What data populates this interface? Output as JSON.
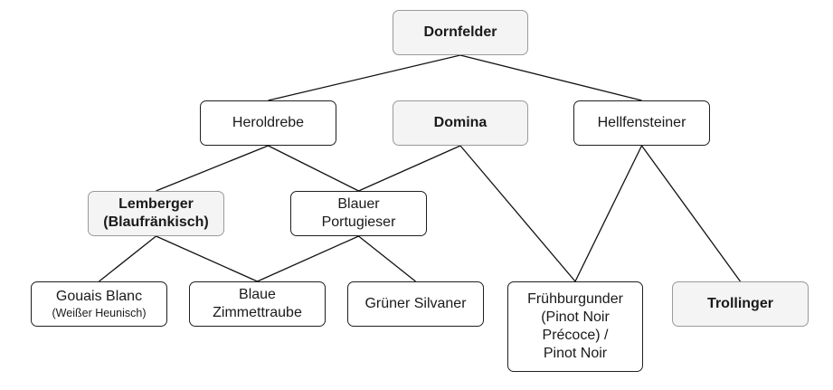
{
  "nodes": {
    "dornfelder": {
      "lines": [
        "Dornfelder"
      ]
    },
    "heroldrebe": {
      "lines": [
        "Heroldrebe"
      ]
    },
    "domina": {
      "lines": [
        "Domina"
      ]
    },
    "hellfensteiner": {
      "lines": [
        "Hellfensteiner"
      ]
    },
    "lemberger": {
      "lines": [
        "Lemberger",
        "(Blaufränkisch)"
      ]
    },
    "blauer_portugieser": {
      "lines": [
        "Blauer",
        "Portugieser"
      ]
    },
    "gouais_blanc": {
      "lines": [
        "Gouais Blanc"
      ],
      "sub": "(Weißer Heunisch)"
    },
    "blaue_zimmettraube": {
      "lines": [
        "Blaue",
        "Zimmettraube"
      ]
    },
    "gruener_silvaner": {
      "lines": [
        "Grüner Silvaner"
      ]
    },
    "fruehburgunder": {
      "lines": [
        "Frühburgunder",
        "(Pinot Noir",
        "Précoce) /",
        "Pinot Noir"
      ]
    },
    "trollinger": {
      "lines": [
        "Trollinger"
      ]
    }
  },
  "edges": [
    [
      "dornfelder",
      "heroldrebe"
    ],
    [
      "dornfelder",
      "hellfensteiner"
    ],
    [
      "heroldrebe",
      "lemberger"
    ],
    [
      "heroldrebe",
      "blauer_portugieser"
    ],
    [
      "domina",
      "blauer_portugieser"
    ],
    [
      "domina",
      "fruehburgunder"
    ],
    [
      "hellfensteiner",
      "fruehburgunder"
    ],
    [
      "hellfensteiner",
      "trollinger"
    ],
    [
      "lemberger",
      "gouais_blanc"
    ],
    [
      "lemberger",
      "blaue_zimmettraube"
    ],
    [
      "blauer_portugieser",
      "blaue_zimmettraube"
    ],
    [
      "blauer_portugieser",
      "gruener_silvaner"
    ]
  ]
}
